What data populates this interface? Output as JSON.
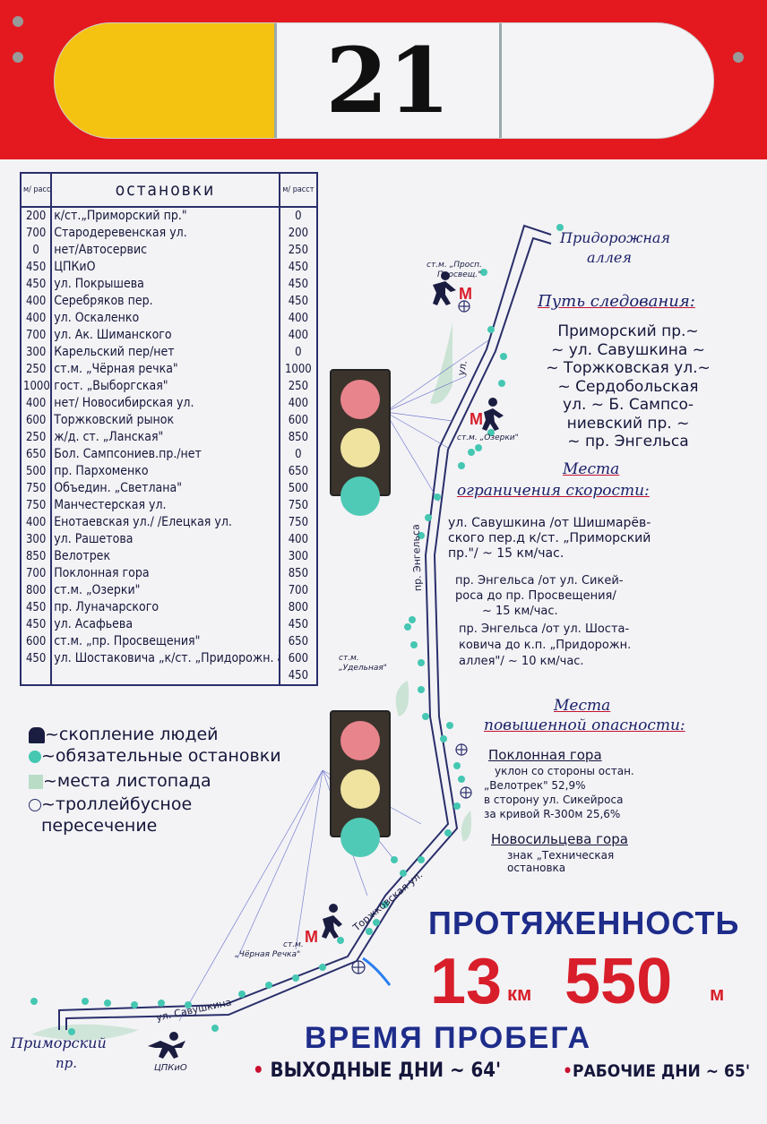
{
  "route_number": "21",
  "stops_table": {
    "header_dist_left": "м/ расст",
    "header_stops": "остановки",
    "header_dist_right": "м/ расст",
    "rows": [
      {
        "d1": "200",
        "name": "к/ст.„Приморский пр.\"",
        "d2": "0"
      },
      {
        "d1": "700",
        "name": "Стародеревенская ул.",
        "d2": "200"
      },
      {
        "d1": "0",
        "name": "нет/Автосервис",
        "d2": "250"
      },
      {
        "d1": "450",
        "name": "ЦПКиО",
        "d2": "450"
      },
      {
        "d1": "450",
        "name": "ул. Покрышева",
        "d2": "450"
      },
      {
        "d1": "400",
        "name": "Серебряков пер.",
        "d2": "450"
      },
      {
        "d1": "400",
        "name": "ул. Оскаленко",
        "d2": "400"
      },
      {
        "d1": "700",
        "name": "ул. Ак. Шиманского",
        "d2": "400"
      },
      {
        "d1": "300",
        "name": "Карельский пер/нет",
        "d2": "0"
      },
      {
        "d1": "250",
        "name": "ст.м. „Чёрная речка\"",
        "d2": "1000"
      },
      {
        "d1": "1000",
        "name": "гост. „Выборгская\"",
        "d2": "250"
      },
      {
        "d1": "400",
        "name": "нет/ Новосибирская ул.",
        "d2": "400"
      },
      {
        "d1": "600",
        "name": "Торжковский рынок",
        "d2": "600"
      },
      {
        "d1": "250",
        "name": "ж/д. ст. „Ланская\"",
        "d2": "850"
      },
      {
        "d1": "650",
        "name": "Бол. Сампсониев.пр./нет",
        "d2": "0"
      },
      {
        "d1": "500",
        "name": "пр. Пархоменко",
        "d2": "650"
      },
      {
        "d1": "750",
        "name": "Объедин. „Светлана\"",
        "d2": "500"
      },
      {
        "d1": "750",
        "name": "Манчестерская ул.",
        "d2": "750"
      },
      {
        "d1": "400",
        "name": "Енотаевская ул./ /Елецкая ул.",
        "d2": "750"
      },
      {
        "d1": "300",
        "name": "ул. Рашетова",
        "d2": "400"
      },
      {
        "d1": "850",
        "name": "Велотрек",
        "d2": "300"
      },
      {
        "d1": "700",
        "name": "Поклонная гора",
        "d2": "850"
      },
      {
        "d1": "800",
        "name": "ст.м. „Озерки\"",
        "d2": "700"
      },
      {
        "d1": "450",
        "name": "пр. Луначарского",
        "d2": "800"
      },
      {
        "d1": "450",
        "name": "ул. Асафьева",
        "d2": "450"
      },
      {
        "d1": "600",
        "name": "ст.м. „пр. Просвещения\"",
        "d2": "650"
      },
      {
        "d1": "450",
        "name": "ул. Шостаковича „к/ст. „Придорожн. аллея\"",
        "d2": "600"
      },
      {
        "d1": "",
        "name": "",
        "d2": "450"
      }
    ]
  },
  "route_path": {
    "title": "Путь следования:",
    "lines": [
      "Приморский пр.~",
      "~ ул. Савушкина ~",
      "~ Торжковская ул.~",
      "~ Сердобольская",
      "ул. ~ Б. Сампсо-",
      "ниевский пр. ~",
      "~ пр. Энгельса"
    ]
  },
  "speed_limits": {
    "title_line1": "Места",
    "title_line2": "ограничения скорости:",
    "items": [
      [
        "ул. Савушкина /от Шишмарёв-",
        "ского пер.д к/ст. „Приморский",
        "пр.\"/ ~ 15 км/час."
      ],
      [
        "пр. Энгельса /от ул. Сикей-",
        "роса до пр. Просвещения/",
        "~ 15 км/час."
      ],
      [
        "пр. Энгельса /от ул. Шоста-",
        "ковича до к.п. „Придорожн.",
        "аллея\"/ ~ 10 км/час."
      ]
    ]
  },
  "danger": {
    "title_line1": "Места",
    "title_line2": "повышенной опасности:",
    "block1_title": "Поклонная гора",
    "block1_lines": [
      "уклон со стороны остан.",
      "„Велотрек\" 52,9%",
      "в сторону ул. Сикейроса",
      "за кривой R-300м 25,6%"
    ],
    "block2_title": "Новосильцева гора",
    "block2_lines": [
      "знак „Техническая",
      "остановка"
    ]
  },
  "legend": [
    {
      "icon": "people-crowd-icon",
      "text": "~скопление людей"
    },
    {
      "icon": "bus-stop-dot-icon",
      "text": "~обязательные остановки"
    },
    {
      "icon": "leaf-fall-icon",
      "text": "~места листопада"
    },
    {
      "icon": "trolleybus-crossing-icon",
      "text": "~троллейбусное пересечение"
    }
  ],
  "length_title": "ПРОТЯЖЕННОСТЬ",
  "length_km": "13",
  "length_km_unit": "км",
  "length_m": "550",
  "length_m_unit": "м",
  "runtime_title": "ВРЕМЯ ПРОБЕГА",
  "runtime_weekend": "ВЫХОДНЫЕ ДНИ ~ 64'",
  "runtime_weekday": "РАБОЧИЕ ДНИ ~ 65'",
  "map_labels": {
    "end_top": [
      "Придорожная",
      "аллея"
    ],
    "end_bottom": [
      "Приморский",
      "пр."
    ],
    "metro_prosvet": [
      "ст.м. „Просп.",
      "Просвещ.\""
    ],
    "metro_ozerki": "ст.м. „Озерки\"",
    "metro_udelnaya": [
      "ст.м.",
      "„Удельная\""
    ],
    "metro_chernaya": [
      "ст.м.",
      "„Чёрная Речка\""
    ],
    "cpkio": "ЦПКиО",
    "street_savushkina": "ул. Савушкина",
    "street_torzh": "Торжковская ул.",
    "street_engelsa": "пр. Энгельса",
    "street_sample": "ул.",
    "metro_letter": "М"
  },
  "colors": {
    "red": "#e4191f",
    "yellow": "#f4c312",
    "teal": "#45c7b2",
    "blue_text": "#1e2c8a",
    "red_text": "#d81e2a",
    "route_line": "#2a2e6a"
  }
}
